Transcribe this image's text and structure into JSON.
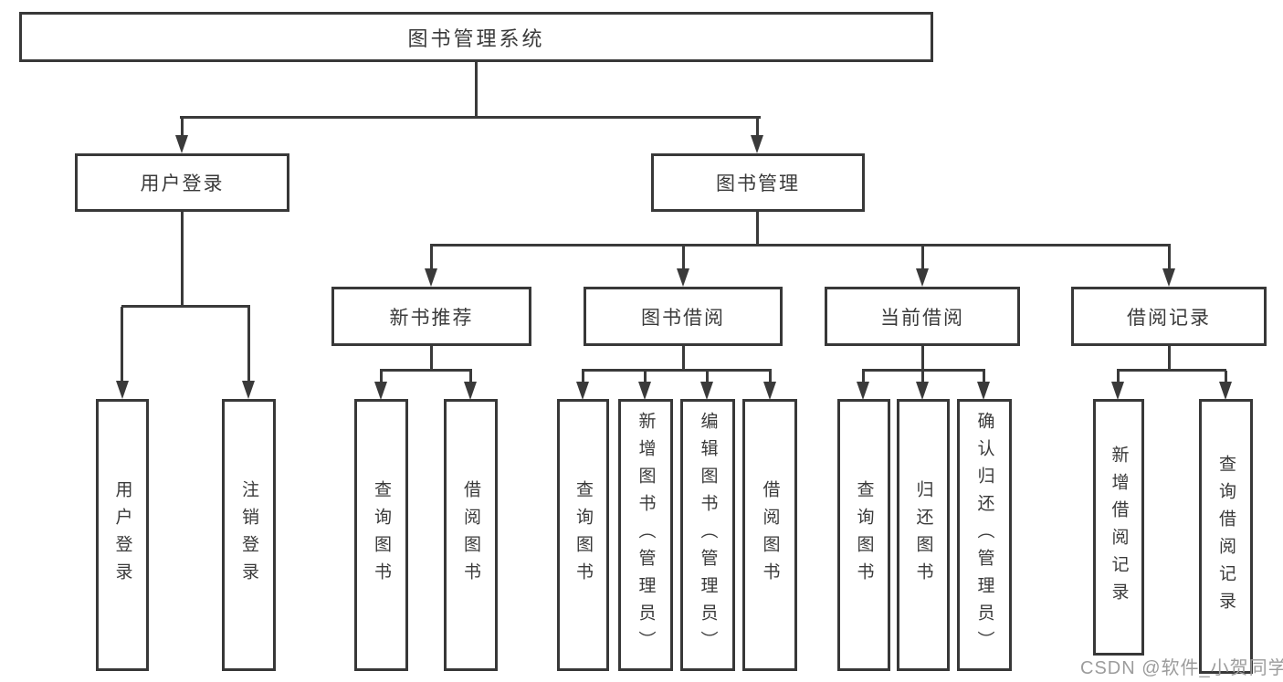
{
  "watermark": {
    "text": "CSDN @软件_小贺同学"
  },
  "colors": {
    "line": "#3a3a3a",
    "box_border": "#383838",
    "text": "#3a3a3a",
    "watermark": "#9c9c9c",
    "background": "#ffffff"
  },
  "tree": {
    "root": {
      "label": "图书管理系统",
      "children": [
        {
          "label": "用户登录",
          "children": [
            {
              "label": "用户登录"
            },
            {
              "label": "注销登录"
            }
          ]
        },
        {
          "label": "图书管理",
          "children": [
            {
              "label": "新书推荐",
              "children": [
                {
                  "label": "查询图书"
                },
                {
                  "label": "借阅图书"
                }
              ]
            },
            {
              "label": "图书借阅",
              "children": [
                {
                  "label": "查询图书"
                },
                {
                  "label": "新增图书（管理员）"
                },
                {
                  "label": "编辑图书（管理员）"
                },
                {
                  "label": "借阅图书"
                }
              ]
            },
            {
              "label": "当前借阅",
              "children": [
                {
                  "label": "查询图书"
                },
                {
                  "label": "归还图书"
                },
                {
                  "label": "确认归还（管理员）"
                }
              ]
            },
            {
              "label": "借阅记录",
              "children": [
                {
                  "label": "新增借阅记录"
                },
                {
                  "label": "查询借阅记录"
                }
              ]
            }
          ]
        }
      ]
    }
  }
}
